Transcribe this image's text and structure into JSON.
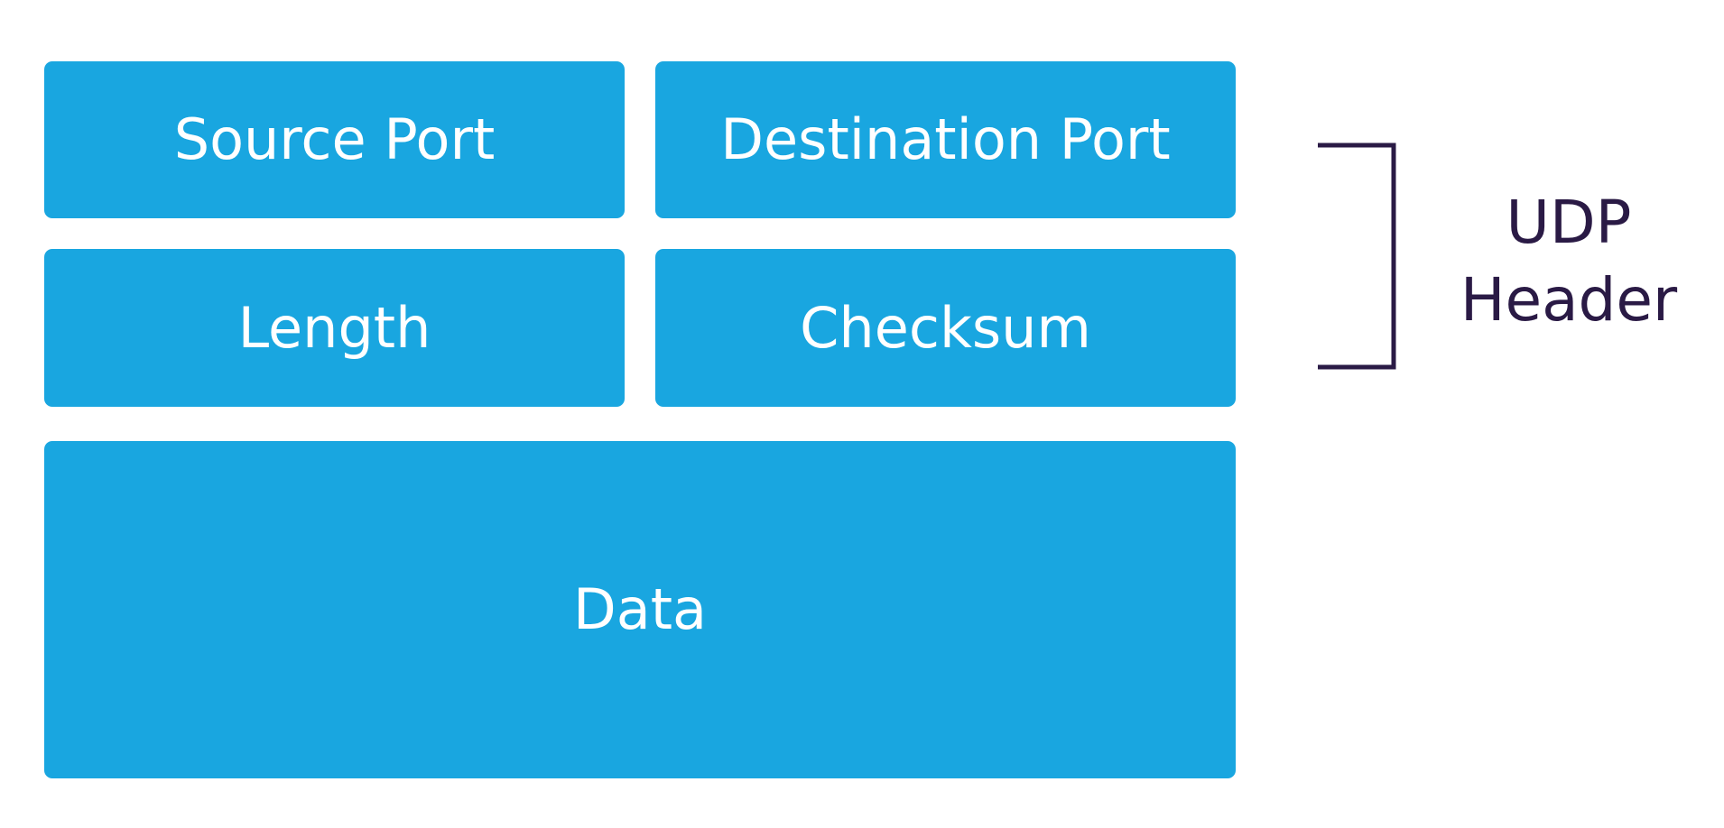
{
  "colors": {
    "field_fill": "#19a6e0",
    "field_text": "#ffffff",
    "annotation": "#2a1a45"
  },
  "fields": {
    "source_port": "Source Port",
    "destination_port": "Destination Port",
    "length": "Length",
    "checksum": "Checksum",
    "data": "Data"
  },
  "annotation": {
    "line1": "UDP",
    "line2": "Header"
  }
}
